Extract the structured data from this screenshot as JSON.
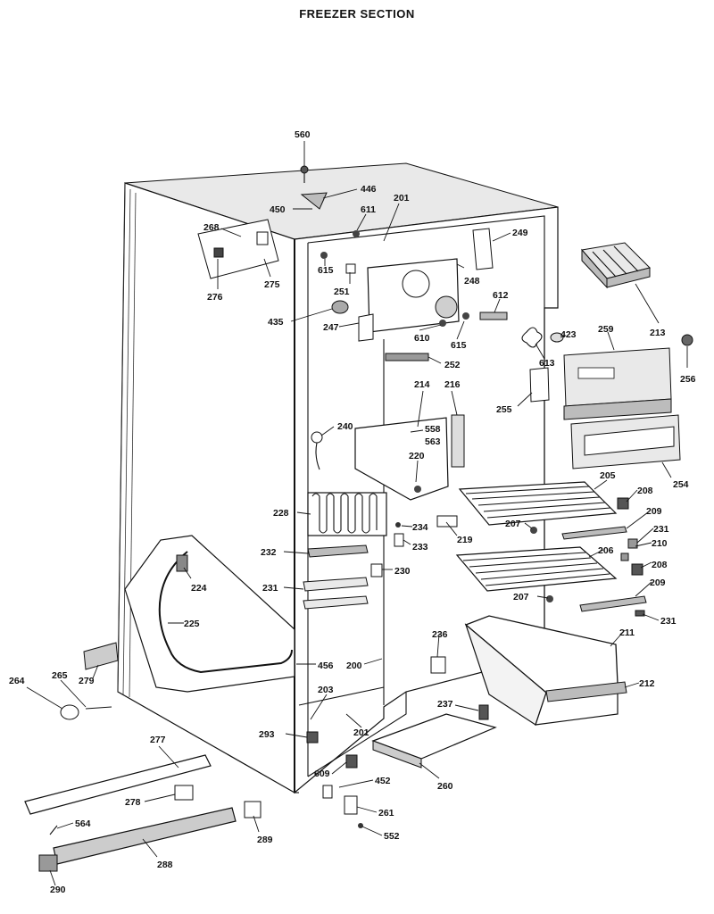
{
  "title": "FREEZER SECTION",
  "callouts": [
    {
      "id": "560",
      "label": "560"
    },
    {
      "id": "446",
      "label": "446"
    },
    {
      "id": "450",
      "label": "450"
    },
    {
      "id": "201a",
      "label": "201"
    },
    {
      "id": "611",
      "label": "611"
    },
    {
      "id": "268",
      "label": "268"
    },
    {
      "id": "249",
      "label": "249"
    },
    {
      "id": "615a",
      "label": "615"
    },
    {
      "id": "276",
      "label": "276"
    },
    {
      "id": "275",
      "label": "275"
    },
    {
      "id": "251",
      "label": "251"
    },
    {
      "id": "248",
      "label": "248"
    },
    {
      "id": "612",
      "label": "612"
    },
    {
      "id": "435",
      "label": "435"
    },
    {
      "id": "247",
      "label": "247"
    },
    {
      "id": "610",
      "label": "610"
    },
    {
      "id": "615b",
      "label": "615"
    },
    {
      "id": "213",
      "label": "213"
    },
    {
      "id": "423",
      "label": "423"
    },
    {
      "id": "259",
      "label": "259"
    },
    {
      "id": "613",
      "label": "613"
    },
    {
      "id": "252",
      "label": "252"
    },
    {
      "id": "256",
      "label": "256"
    },
    {
      "id": "214",
      "label": "214"
    },
    {
      "id": "216",
      "label": "216"
    },
    {
      "id": "255",
      "label": "255"
    },
    {
      "id": "240",
      "label": "240"
    },
    {
      "id": "558",
      "label": "558"
    },
    {
      "id": "563",
      "label": "563"
    },
    {
      "id": "254",
      "label": "254"
    },
    {
      "id": "220",
      "label": "220"
    },
    {
      "id": "205",
      "label": "205"
    },
    {
      "id": "208a",
      "label": "208"
    },
    {
      "id": "228",
      "label": "228"
    },
    {
      "id": "234",
      "label": "234"
    },
    {
      "id": "207a",
      "label": "207"
    },
    {
      "id": "209a",
      "label": "209"
    },
    {
      "id": "219",
      "label": "219"
    },
    {
      "id": "231a",
      "label": "231"
    },
    {
      "id": "233",
      "label": "233"
    },
    {
      "id": "210",
      "label": "210"
    },
    {
      "id": "232",
      "label": "232"
    },
    {
      "id": "206",
      "label": "206"
    },
    {
      "id": "230",
      "label": "230"
    },
    {
      "id": "208b",
      "label": "208"
    },
    {
      "id": "224",
      "label": "224"
    },
    {
      "id": "231b",
      "label": "231"
    },
    {
      "id": "209b",
      "label": "209"
    },
    {
      "id": "207b",
      "label": "207"
    },
    {
      "id": "231c",
      "label": "231"
    },
    {
      "id": "225",
      "label": "225"
    },
    {
      "id": "211",
      "label": "211"
    },
    {
      "id": "236",
      "label": "236"
    },
    {
      "id": "279",
      "label": "279"
    },
    {
      "id": "456",
      "label": "456"
    },
    {
      "id": "200",
      "label": "200"
    },
    {
      "id": "264",
      "label": "264"
    },
    {
      "id": "265",
      "label": "265"
    },
    {
      "id": "212",
      "label": "212"
    },
    {
      "id": "203",
      "label": "203"
    },
    {
      "id": "237",
      "label": "237"
    },
    {
      "id": "293",
      "label": "293"
    },
    {
      "id": "201b",
      "label": "201"
    },
    {
      "id": "277",
      "label": "277"
    },
    {
      "id": "609",
      "label": "609"
    },
    {
      "id": "452",
      "label": "452"
    },
    {
      "id": "260",
      "label": "260"
    },
    {
      "id": "278",
      "label": "278"
    },
    {
      "id": "261",
      "label": "261"
    },
    {
      "id": "564",
      "label": "564"
    },
    {
      "id": "552",
      "label": "552"
    },
    {
      "id": "289",
      "label": "289"
    },
    {
      "id": "288",
      "label": "288"
    },
    {
      "id": "290",
      "label": "290"
    }
  ]
}
